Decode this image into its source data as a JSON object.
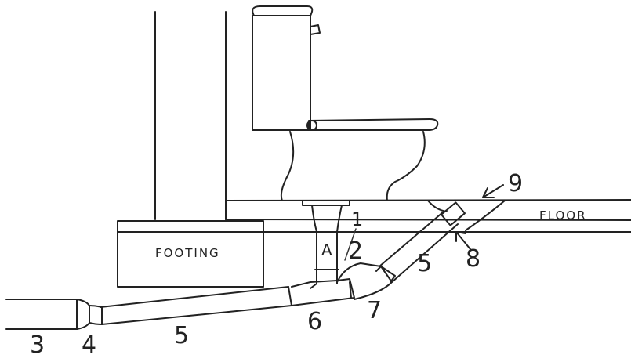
{
  "labels": {
    "floor": "FLOOR",
    "footing": "FOOTING",
    "A": "A",
    "n1": "1",
    "n2": "2",
    "n3": "3",
    "n4": "4",
    "n5_lower": "5",
    "n5_upper": "5",
    "n6": "6",
    "n7": "7",
    "n8": "8",
    "n9": "9"
  }
}
